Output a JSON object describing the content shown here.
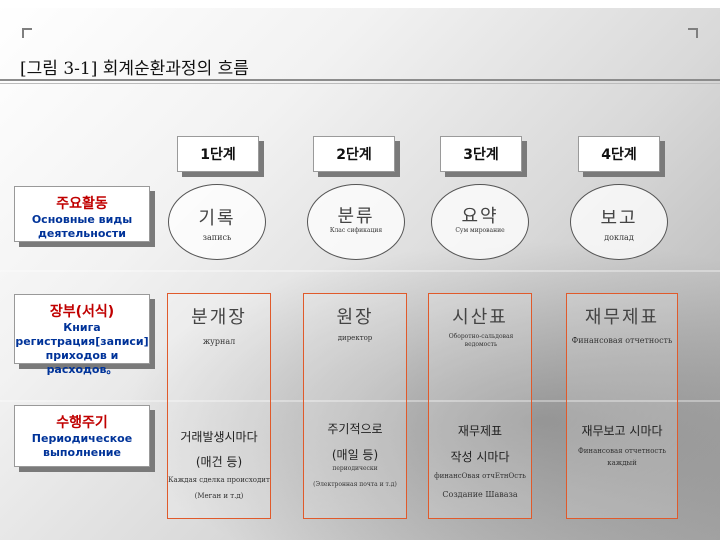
{
  "title": "[그림 3-1] 회계순환과정의 흐름",
  "stages": [
    "1단계",
    "2단계",
    "3단계",
    "4단계"
  ],
  "left_boxes": [
    {
      "title": "주요활동",
      "sub_lines": [
        "Основные виды",
        "деятельности"
      ]
    },
    {
      "title": "장부(서식)",
      "sub_lines": [
        "Книга",
        "регистрация[записи]",
        "приходов и расходов。"
      ]
    },
    {
      "title": "수행주기",
      "sub_lines": [
        "Периодическое",
        "выполнение"
      ]
    }
  ],
  "activities": [
    {
      "ko": "기록",
      "ru": "запись"
    },
    {
      "ko": "분류",
      "ru": "Клас сификация"
    },
    {
      "ko": "요약",
      "ru": "Сум мирование"
    },
    {
      "ko": "보고",
      "ru": "доклад"
    }
  ],
  "books": [
    {
      "ko": "분개장",
      "ru": "журнал"
    },
    {
      "ko": "원장",
      "ru": "директор"
    },
    {
      "ko": "시산표",
      "ru": "Оборотно-сальдовая ведомость"
    },
    {
      "ko": "재무제표",
      "ru": "Финансовая отчетность"
    }
  ],
  "cycles": [
    {
      "line1": "거래발생시마다",
      "line2": "(매건 등)",
      "ru1": "Каждая сделка происходит",
      "ru2": "(Меган и т.д)"
    },
    {
      "line1": "주기적으로",
      "line2": "(매일 등)",
      "ru1": "периодически",
      "ru2": "(Электронная почта и т.д)"
    },
    {
      "line1": "재무제표",
      "line2": "작성 시마다",
      "ru1": "финансОвая отчЕтнОсть",
      "ru2": "Создание Шаваза"
    },
    {
      "line1": "재무보고 시마다",
      "line2": "",
      "ru1": "Финансовая отчетность",
      "ru2": "каждый"
    }
  ]
}
